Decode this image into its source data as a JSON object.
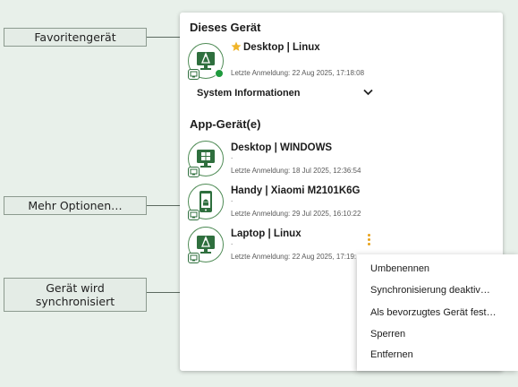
{
  "callouts": {
    "favorite": "Favoritengerät",
    "more_options": "Mehr Optionen…",
    "syncing": "Gerät wird synchronisiert"
  },
  "this_device": {
    "section_title": "Dieses Gerät",
    "name": "Desktop | Linux",
    "last_login": "Letzte Anmeldung: 22 Aug 2025, 17:18:08",
    "system_info_label": "System Informationen",
    "icon": "linux-desktop-icon",
    "favorite": true,
    "online": true
  },
  "app_devices": {
    "section_title": "App-Gerät(e)",
    "items": [
      {
        "name": "Desktop | WINDOWS",
        "dot": ".",
        "last_login": "Letzte Anmeldung: 18 Jul 2025, 12:36:54",
        "icon": "windows-desktop-icon"
      },
      {
        "name": "Handy | Xiaomi M2101K6G",
        "dot": ".",
        "last_login": "Letzte Anmeldung: 29 Jul 2025, 16:10:22",
        "icon": "android-phone-icon"
      },
      {
        "name": "Laptop | Linux",
        "dot": ".",
        "last_login": "Letzte Anmeldung: 22 Aug 2025, 17:19:",
        "icon": "linux-laptop-icon"
      }
    ]
  },
  "context_menu": {
    "items": [
      "Umbenennen",
      "Synchronisierung deaktiv…",
      "Als bevorzugtes Gerät fest…",
      "Sperren",
      "Entfernen"
    ]
  },
  "colors": {
    "accent_green": "#2f6f3e",
    "online_green": "#1f9a3e",
    "star_gold": "#f0b429",
    "kebab_orange": "#e8a21a"
  }
}
